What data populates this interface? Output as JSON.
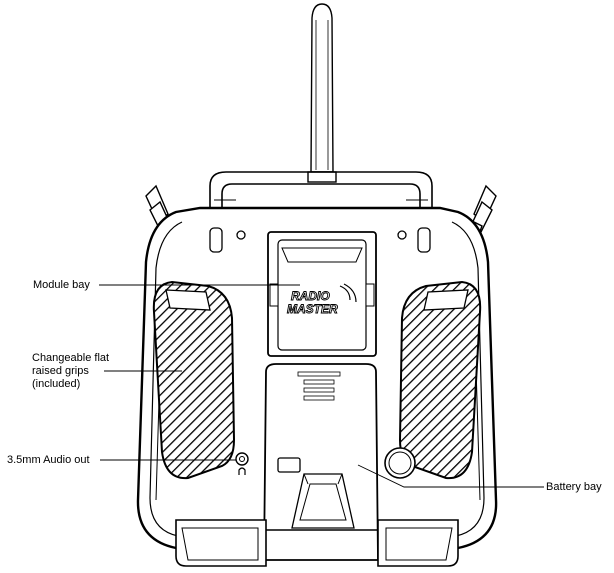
{
  "product": {
    "logo_line1": "RADIO",
    "logo_line2": "MASTER"
  },
  "callouts": {
    "module_bay": "Module bay",
    "grips": [
      "Changeable flat",
      "raised grips",
      "(included)"
    ],
    "audio_out": "3.5mm Audio out",
    "battery_bay": "Battery bay"
  },
  "colors": {
    "outline": "#000000",
    "background": "#ffffff",
    "hatch": "#000000"
  }
}
